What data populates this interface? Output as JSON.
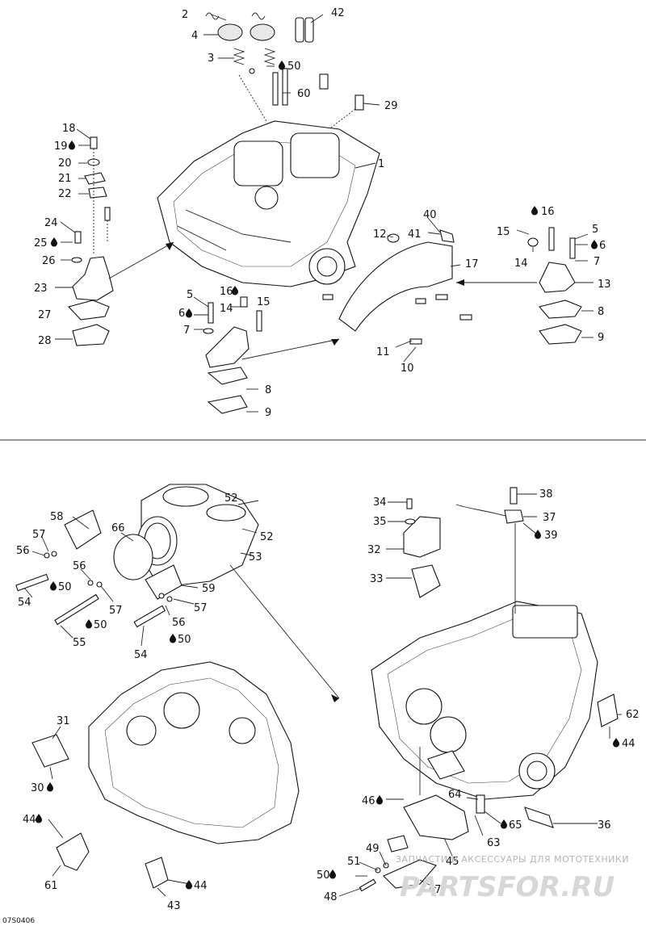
{
  "callouts": {
    "n1": "1",
    "n2": "2",
    "n3": "3",
    "n4": "4",
    "n5": "5",
    "n5b": "5",
    "n6": "6",
    "n6b": "6",
    "n7": "7",
    "n7b": "7",
    "n8": "8",
    "n8b": "8",
    "n9": "9",
    "n9b": "9",
    "n10": "10",
    "n11": "11",
    "n12": "12",
    "n13": "13",
    "n14": "14",
    "n14b": "14",
    "n15": "15",
    "n15b": "15",
    "n16": "16",
    "n16b": "16",
    "n17": "17",
    "n18": "18",
    "n19": "19",
    "n20": "20",
    "n21": "21",
    "n22": "22",
    "n23": "23",
    "n24": "24",
    "n25": "25",
    "n26": "26",
    "n27": "27",
    "n28": "28",
    "n29": "29",
    "n30": "30",
    "n31": "31",
    "n32": "32",
    "n33": "33",
    "n34": "34",
    "n35": "35",
    "n36": "36",
    "n37": "37",
    "n38": "38",
    "n39": "39",
    "n40": "40",
    "n41": "41",
    "n42": "42",
    "n43": "43",
    "n44a": "44",
    "n44b": "44",
    "n44c": "44",
    "n45": "45",
    "n46": "46",
    "n47": "47",
    "n48": "48",
    "n49": "49",
    "n50a": "50",
    "n50b": "50",
    "n50c": "50",
    "n50d": "50",
    "n50e": "50",
    "n51": "51",
    "n52a": "52",
    "n52b": "52",
    "n53": "53",
    "n54a": "54",
    "n54b": "54",
    "n55": "55",
    "n56a": "56",
    "n56b": "56",
    "n56c": "56",
    "n57a": "57",
    "n57b": "57",
    "n57c": "57",
    "n58": "58",
    "n59": "59",
    "n60": "60",
    "n61": "61",
    "n62": "62",
    "n63": "63",
    "n64": "64",
    "n65": "65",
    "n66": "66"
  },
  "figure_code": "07S0406",
  "watermark": {
    "line1": "ЗАПЧАСТИ И АКСЕССУАРЫ ДЛЯ МОТОТЕХНИКИ",
    "logo": "PARTSFOR.RU"
  },
  "icons": {
    "drop": "liquid-drop-icon"
  }
}
